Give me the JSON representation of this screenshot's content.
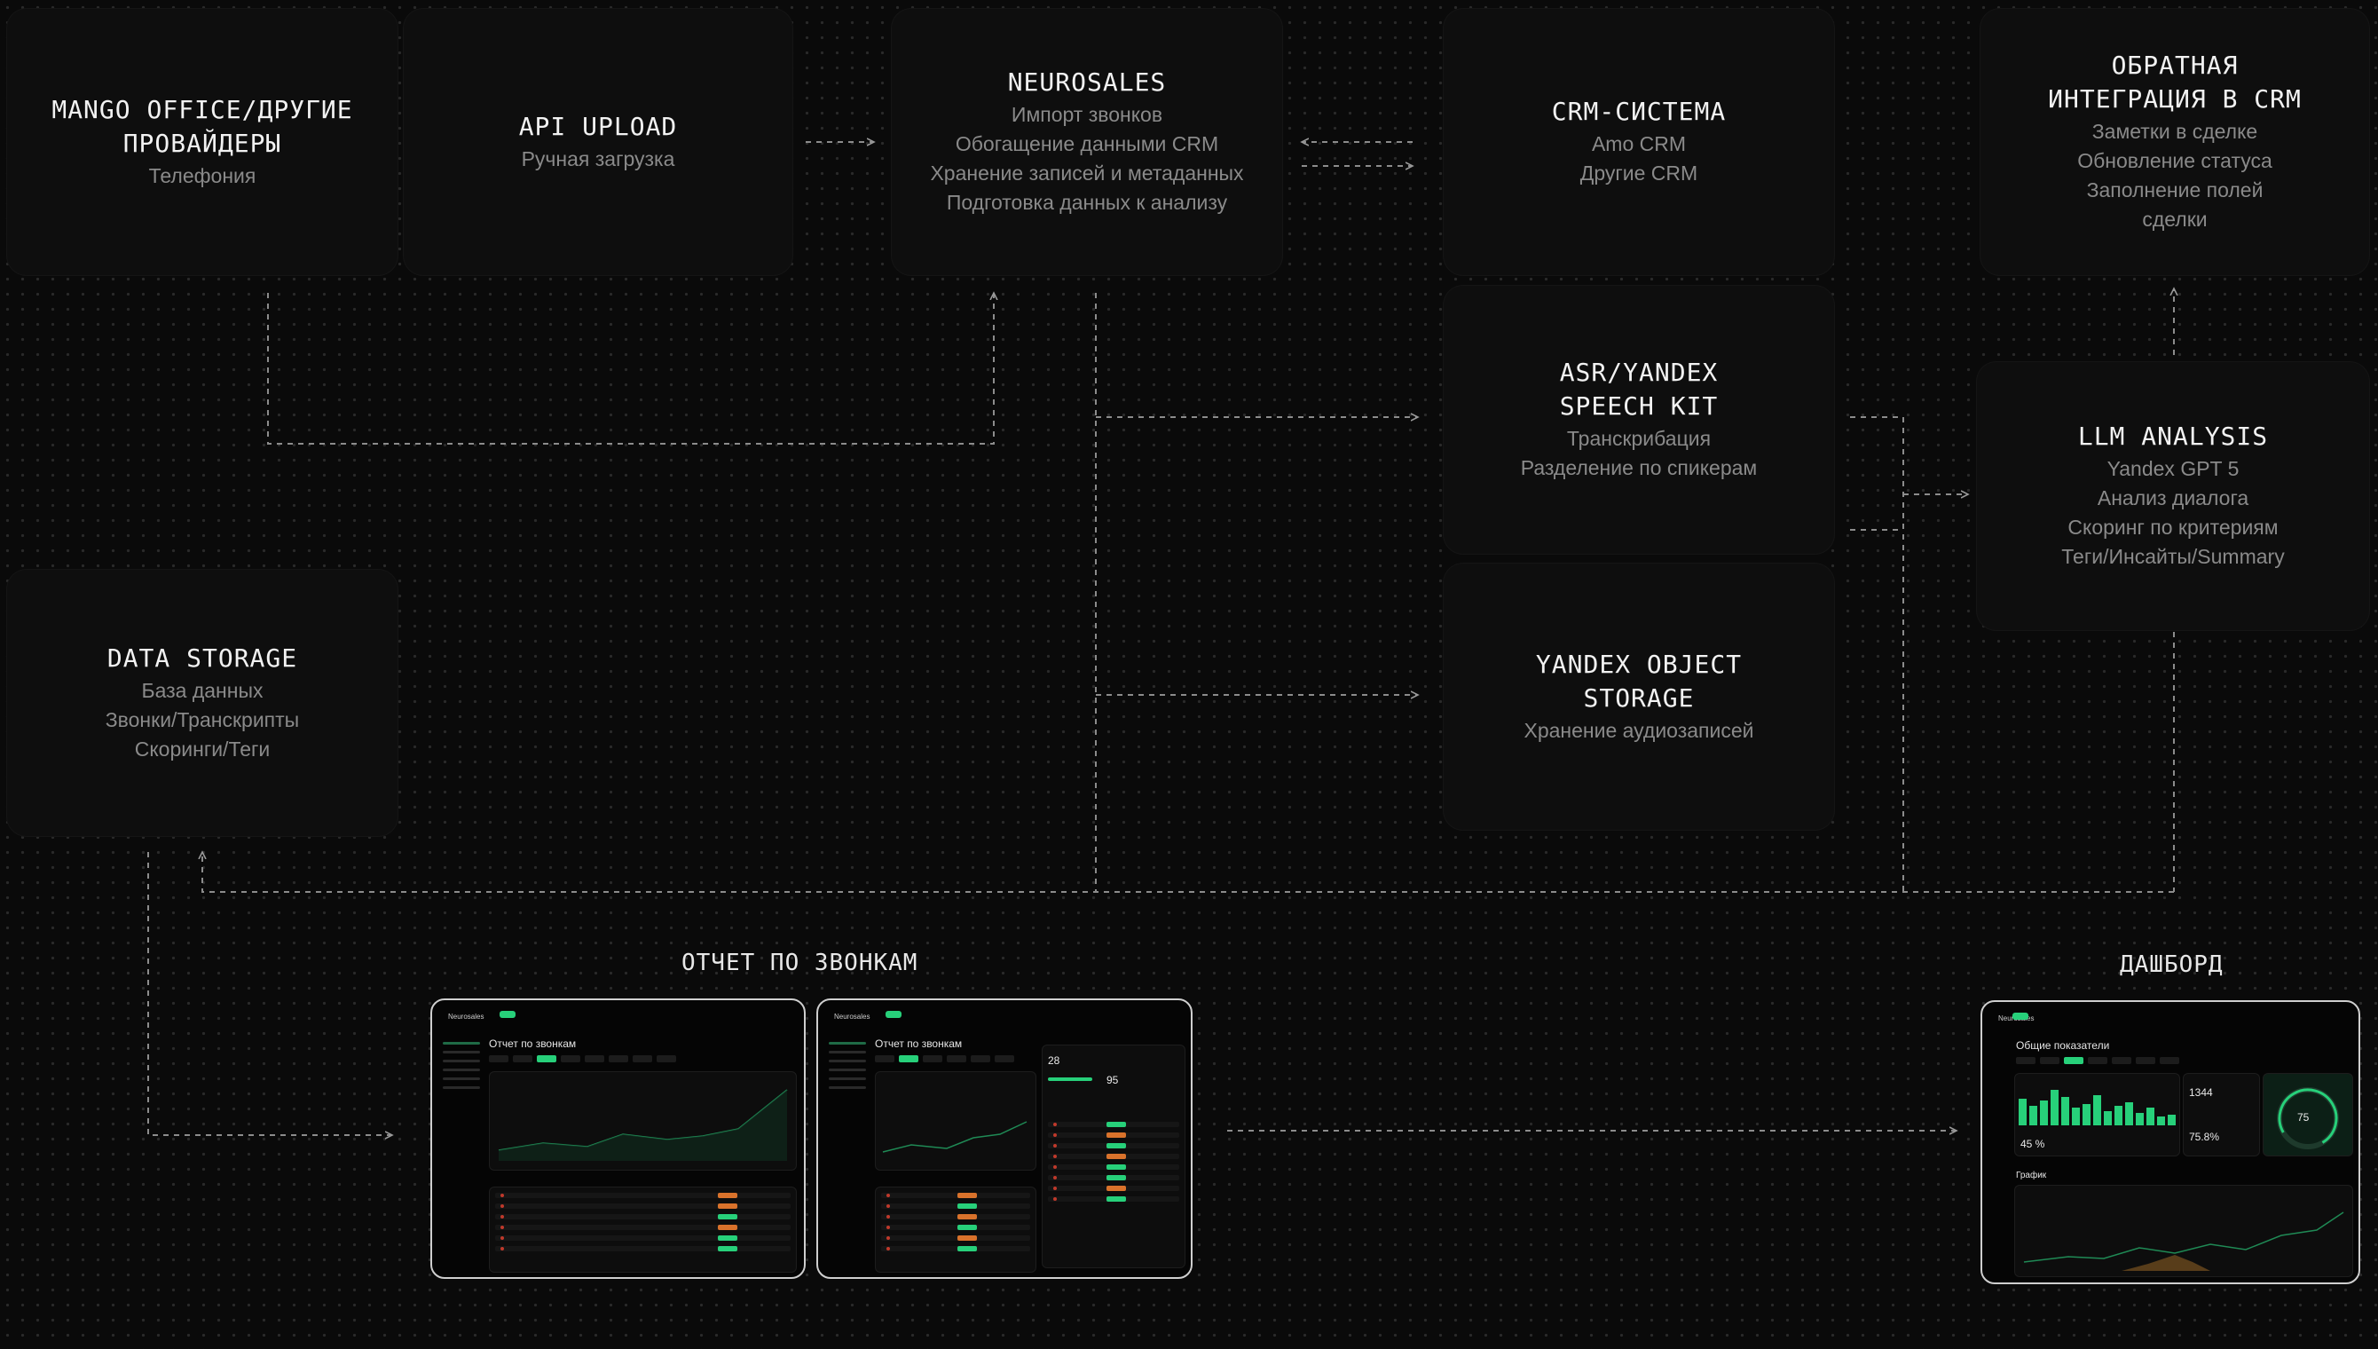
{
  "nodes": {
    "telephony": {
      "title": [
        "MANGO OFFICE/ДРУГИЕ",
        "ПРОВАЙДЕРЫ"
      ],
      "lines": [
        "Телефония"
      ]
    },
    "api_upload": {
      "title": [
        "API UPLOAD"
      ],
      "lines": [
        "Ручная загрузка"
      ]
    },
    "neurosales": {
      "title": [
        "NEUROSALES"
      ],
      "lines": [
        "Импорт звонков",
        "Обогащение данными CRM",
        "Хранение записей и метаданных",
        "Подготовка данных к анализу"
      ]
    },
    "crm": {
      "title": [
        "CRM-СИСТЕМА"
      ],
      "lines": [
        "Amo CRM",
        "Другие CRM"
      ]
    },
    "crm_integration": {
      "title": [
        "ОБРАТНАЯ",
        "ИНТЕГРАЦИЯ В CRM"
      ],
      "lines": [
        "Заметки в сделке",
        "Обновление статуса",
        "Заполнение полей",
        "сделки"
      ]
    },
    "asr": {
      "title": [
        "ASR/YANDEX",
        "SPEECH KIT"
      ],
      "lines": [
        "Транскрибация",
        "Разделение по спикерам"
      ]
    },
    "llm": {
      "title": [
        "LLM ANALYSIS"
      ],
      "lines": [
        "Yandex GPT 5",
        "Анализ диалога",
        "Скоринг по критериям",
        "Теги/Инсайты/Summary"
      ]
    },
    "object_storage": {
      "title": [
        "YANDEX OBJECT",
        "STORAGE"
      ],
      "lines": [
        "Хранение аудиозаписей"
      ]
    },
    "data_storage": {
      "title": [
        "DATA STORAGE"
      ],
      "lines": [
        "База данных",
        "Звонки/Транскрипты",
        "Скоринги/Теги"
      ]
    }
  },
  "sections": {
    "calls_report": "ОТЧЕТ ПО ЗВОНКАМ",
    "dashboard": "ДАШБОРД"
  },
  "screenshots": {
    "report_1": {
      "brand": "Neurosales",
      "heading": "Отчет по звонкам"
    },
    "report_2": {
      "brand": "Neurosales",
      "heading": "Отчет по звонкам",
      "score_small": "28",
      "score_big": "95"
    },
    "dashboard": {
      "brand": "Neurosales",
      "heading": "Общие показатели",
      "metric_a": "1344",
      "metric_b": "45 %",
      "metric_c": "75.8%",
      "gauge": "75",
      "chart_label": "График"
    }
  },
  "colors": {
    "background": "#0a0a0a",
    "card": "#0e0e0e",
    "accent": "#27d07a",
    "connector": "#8c8c8c"
  }
}
